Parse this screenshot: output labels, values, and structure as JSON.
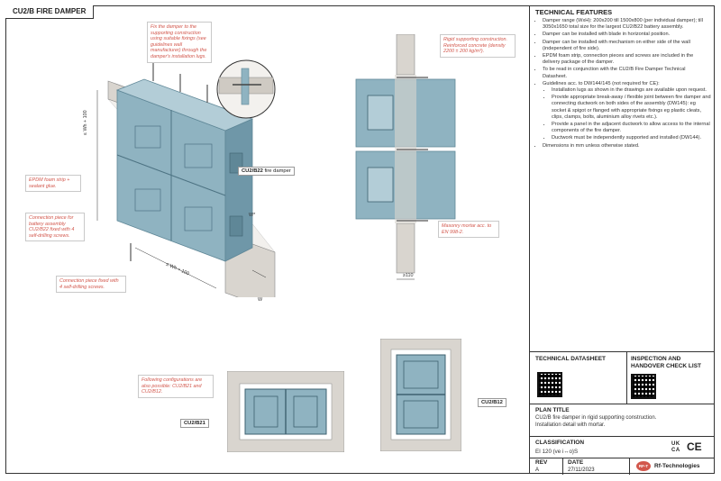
{
  "title": "CU2/B FIRE DAMPER",
  "technical_features": {
    "heading": "TECHNICAL FEATURES",
    "items": [
      "Damper range (WxH): 200x200 till 1500x800 (per individual damper); till 3050x1650 total size for the largest CU2/B22 battery assembly.",
      "Damper can be installed with blade in horizontal position.",
      "Damper can be installed with mechanism on either side of the wall (independent of fire side).",
      "EPDM foam strip, connection pieces and screws are included in the delivery package of the damper.",
      "To be read in conjunction with the CU2/B Fire Damper Technical Datasheet.",
      "Guidelines acc. to DW144/145 (not required for CE):"
    ],
    "sub_items": [
      "Installation lugs as shown in the drawings are available upon request.",
      "Provide appropriate break-away / flexible joint between fire damper and connecting ductwork on both sides of the assembly (DW145): eg socket & spigot or flanged with appropriate fixings eg plastic cleats, clips, clamps, bolts, aluminium alloy rivets etc.).",
      "Provide a panel in the adjacent ductwork to allow access to the internal components of the fire damper.",
      "Ductwork must be independently supported and installed (DW144)."
    ],
    "last_item": "Dimensions in mm unless otherwise stated."
  },
  "datasheet": {
    "heading": "TECHNICAL DATASHEET"
  },
  "inspection": {
    "heading": "INSPECTION AND HANDOVER CHECK LIST"
  },
  "plan_title": {
    "heading": "PLAN TITLE",
    "text": "CU2/B fire damper in rigid supporting construction. Installation detail with mortar."
  },
  "classification": {
    "heading": "CLASSIFICATION",
    "value": "EI 120 (ve i↔o)S"
  },
  "marks": {
    "ukca": "UK CA",
    "ce": "CE"
  },
  "rev": {
    "heading": "REV",
    "value": "A"
  },
  "date": {
    "heading": "DATE",
    "value": "27/11/2023"
  },
  "company": {
    "logo": "RF-T",
    "name": "Rf-Technologies"
  },
  "callouts": {
    "fix_damper": "Fix the damper to the supporting construction using suitable fixings (see guidelines wall manufacturer) through the damper's installation lugs.",
    "epdm": "EPDM foam strip + sealant glue.",
    "connection_battery": "Connection piece for battery assembly CU2/B22 fixed with 4 self-drilling screws.",
    "connection_fixed": "Connection piece fixed with 4 self-drilling screws.",
    "rigid_support": "Rigid supporting construction. Reinforced concrete (density 2200 ± 200 kg/m³).",
    "masonry": "Masonry mortar acc. to EN 998-2.",
    "configs": "Following configurations are also possible: CU2/B21 and CU2/B12."
  },
  "tags": {
    "cu2b22": "CU2/B22",
    "cu2b22_suffix": "fire damper",
    "cu2b21": "CU2/B21",
    "cu2b12": "CU2/B12"
  },
  "dims": {
    "height": "≤ Wh + 100",
    "width": "≤ Wh + 100",
    "w_label": "W",
    "wall": "≥110",
    "angle": "W*"
  },
  "colors": {
    "damper": "#8fb3c1",
    "damper_dark": "#5f8797",
    "wall": "#d9d5cf",
    "accent": "#d2574c"
  }
}
